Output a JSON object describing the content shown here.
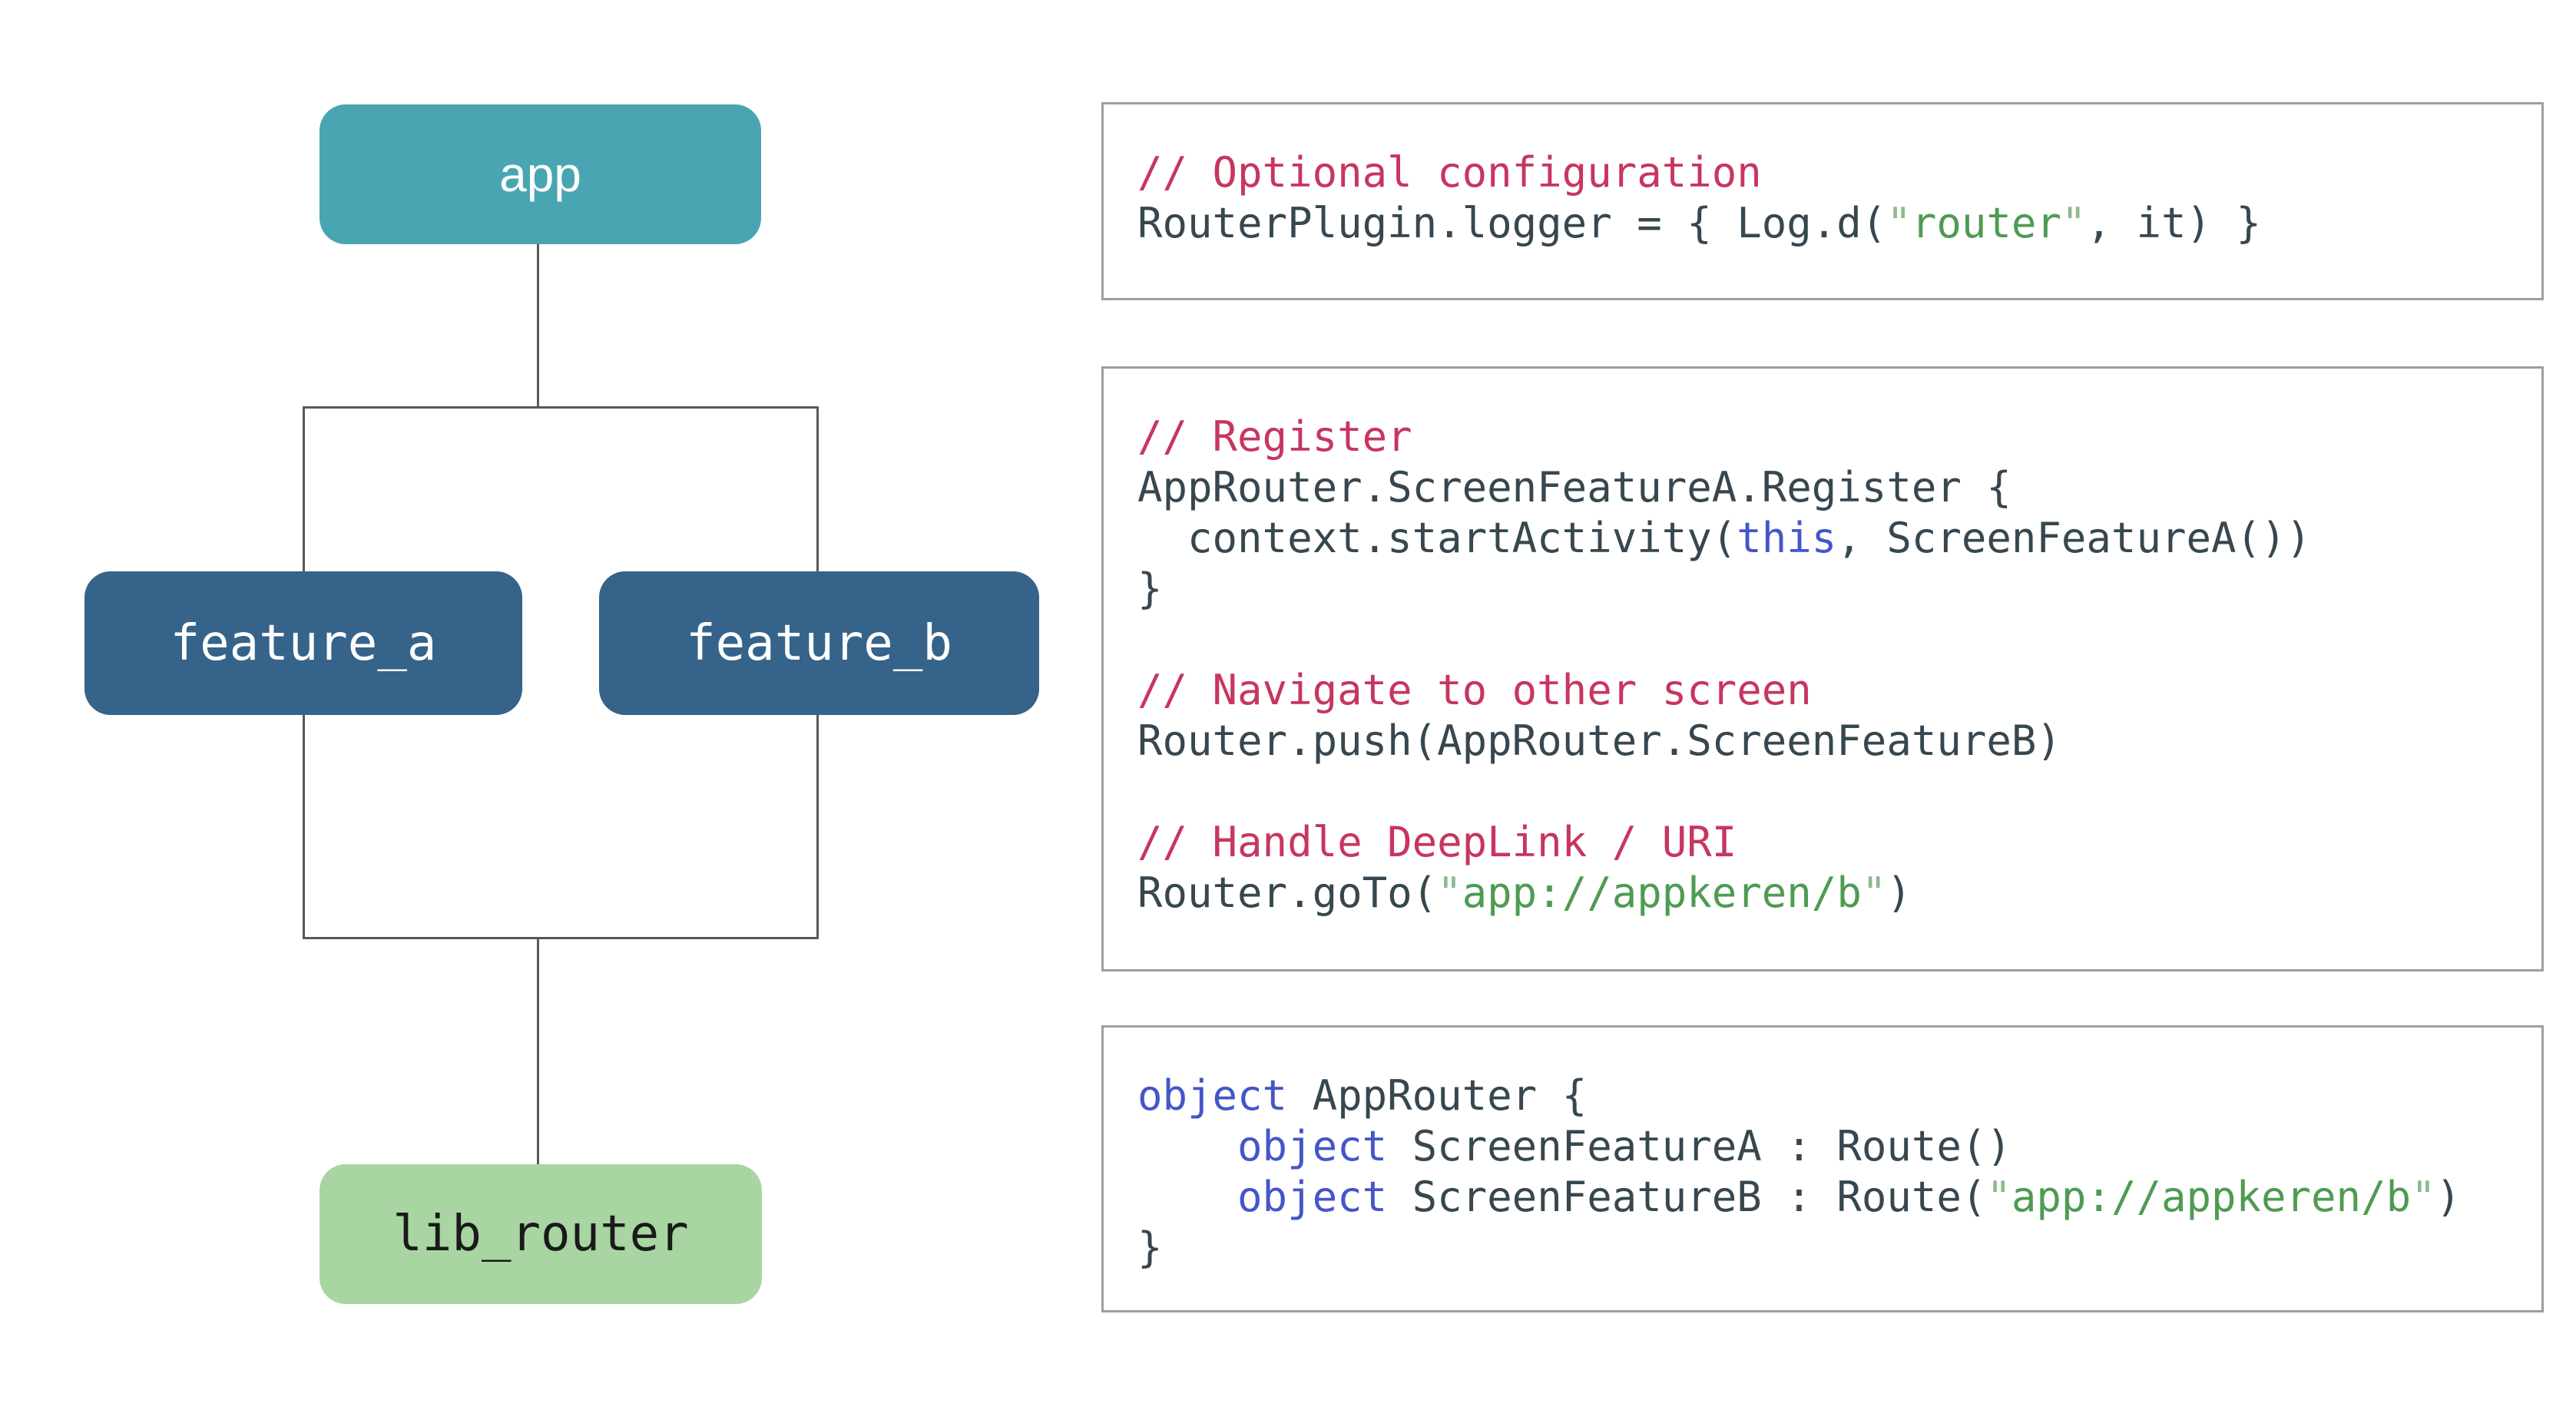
{
  "colors": {
    "app-node-bg": "#4AA5B2",
    "feature-node-bg": "#35638A",
    "lib-node-bg": "#A8D5A2",
    "node-text-light": "#FFFFFF",
    "node-text-dark": "#1A1A1A",
    "connector": "#595959",
    "code-border": "#9E9E9E",
    "code-default": "#37474F",
    "code-comment": "#C7365F",
    "code-keyword": "#4456C8",
    "code-string": "#4E9B52",
    "code-quote": "#8CBA8E"
  },
  "diagram": {
    "nodes": [
      {
        "id": "app",
        "label": "app"
      },
      {
        "id": "feature_a",
        "label": "feature_a"
      },
      {
        "id": "feature_b",
        "label": "feature_b"
      },
      {
        "id": "lib_router",
        "label": "lib_router"
      }
    ],
    "edges": [
      {
        "from": "app",
        "to": "feature_a"
      },
      {
        "from": "app",
        "to": "feature_b"
      },
      {
        "from": "feature_a",
        "to": "lib_router"
      },
      {
        "from": "feature_b",
        "to": "lib_router"
      }
    ]
  },
  "code_boxes": [
    {
      "lines": [
        [
          {
            "t": "// Optional configuration",
            "c": "comment"
          }
        ],
        [
          {
            "t": "RouterPlugin.logger = { Log.d(",
            "c": "code"
          },
          {
            "t": "\"",
            "c": "quote"
          },
          {
            "t": "router",
            "c": "string"
          },
          {
            "t": "\"",
            "c": "quote"
          },
          {
            "t": ", it) }",
            "c": "code"
          }
        ]
      ]
    },
    {
      "lines": [
        [
          {
            "t": "// Register",
            "c": "comment"
          }
        ],
        [
          {
            "t": "AppRouter.ScreenFeatureA.Register {",
            "c": "code"
          }
        ],
        [
          {
            "t": "  context.startActivity(",
            "c": "code"
          },
          {
            "t": "this",
            "c": "keyword"
          },
          {
            "t": ", ScreenFeatureA())",
            "c": "code"
          }
        ],
        [
          {
            "t": "}",
            "c": "code"
          }
        ],
        [],
        [
          {
            "t": "// Navigate to other screen",
            "c": "comment"
          }
        ],
        [
          {
            "t": "Router.push(AppRouter.ScreenFeatureB)",
            "c": "code"
          }
        ],
        [],
        [
          {
            "t": "// Handle DeepLink / URI",
            "c": "comment"
          }
        ],
        [
          {
            "t": "Router.goTo(",
            "c": "code"
          },
          {
            "t": "\"",
            "c": "quote"
          },
          {
            "t": "app://appkeren/b",
            "c": "string"
          },
          {
            "t": "\"",
            "c": "quote"
          },
          {
            "t": ")",
            "c": "code"
          }
        ]
      ]
    },
    {
      "lines": [
        [
          {
            "t": "object",
            "c": "keyword"
          },
          {
            "t": " AppRouter {",
            "c": "code"
          }
        ],
        [
          {
            "t": "    ",
            "c": "code"
          },
          {
            "t": "object",
            "c": "keyword"
          },
          {
            "t": " ScreenFeatureA : Route()",
            "c": "code"
          }
        ],
        [
          {
            "t": "    ",
            "c": "code"
          },
          {
            "t": "object",
            "c": "keyword"
          },
          {
            "t": " ScreenFeatureB : Route(",
            "c": "code"
          },
          {
            "t": "\"",
            "c": "quote"
          },
          {
            "t": "app://appkeren/b",
            "c": "string"
          },
          {
            "t": "\"",
            "c": "quote"
          },
          {
            "t": ")",
            "c": "code"
          }
        ],
        [
          {
            "t": "}",
            "c": "code"
          }
        ]
      ]
    }
  ]
}
